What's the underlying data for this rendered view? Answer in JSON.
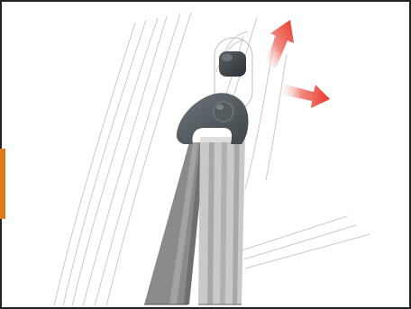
{
  "illustration": {
    "subject": "seat-belt-height-adjuster",
    "arrows": [
      "up-right-arrow",
      "right-arrow"
    ],
    "colors": {
      "arrow": "#e8382a",
      "belt_dark": "#8a8a8a",
      "belt_light": "#c9c9c9",
      "anchor": "#5a6166",
      "knob": "#3d4347",
      "accent_tab": "#e07b1a",
      "frame": "#222222"
    }
  }
}
